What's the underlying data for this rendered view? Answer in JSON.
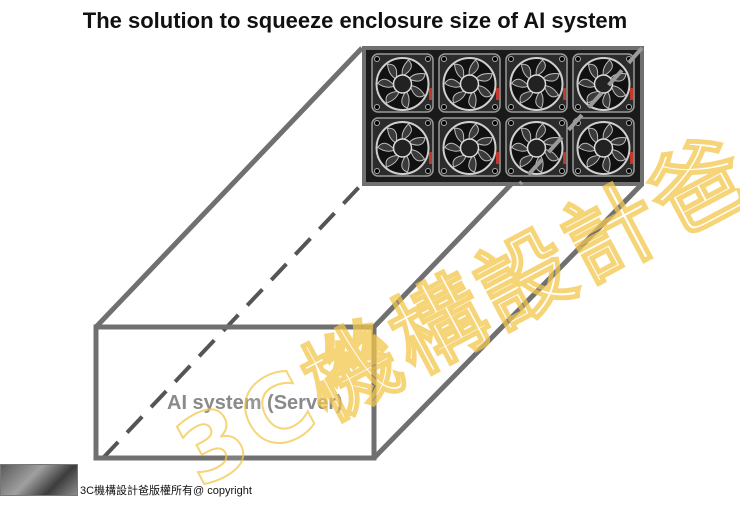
{
  "title": "The solution to squeeze enclosure size of AI system",
  "server_label": "AI system (Server)",
  "watermark": "3C機構設計爸",
  "footer": "3C機構設計爸版權所有@ copyright",
  "fan_grid": {
    "rows": 2,
    "cols": 4
  },
  "colors": {
    "box_stroke": "#707070",
    "fan_panel": "#1a1a1a",
    "watermark": "#f3c64c"
  },
  "icons": [
    "cooling-fan-icon"
  ]
}
